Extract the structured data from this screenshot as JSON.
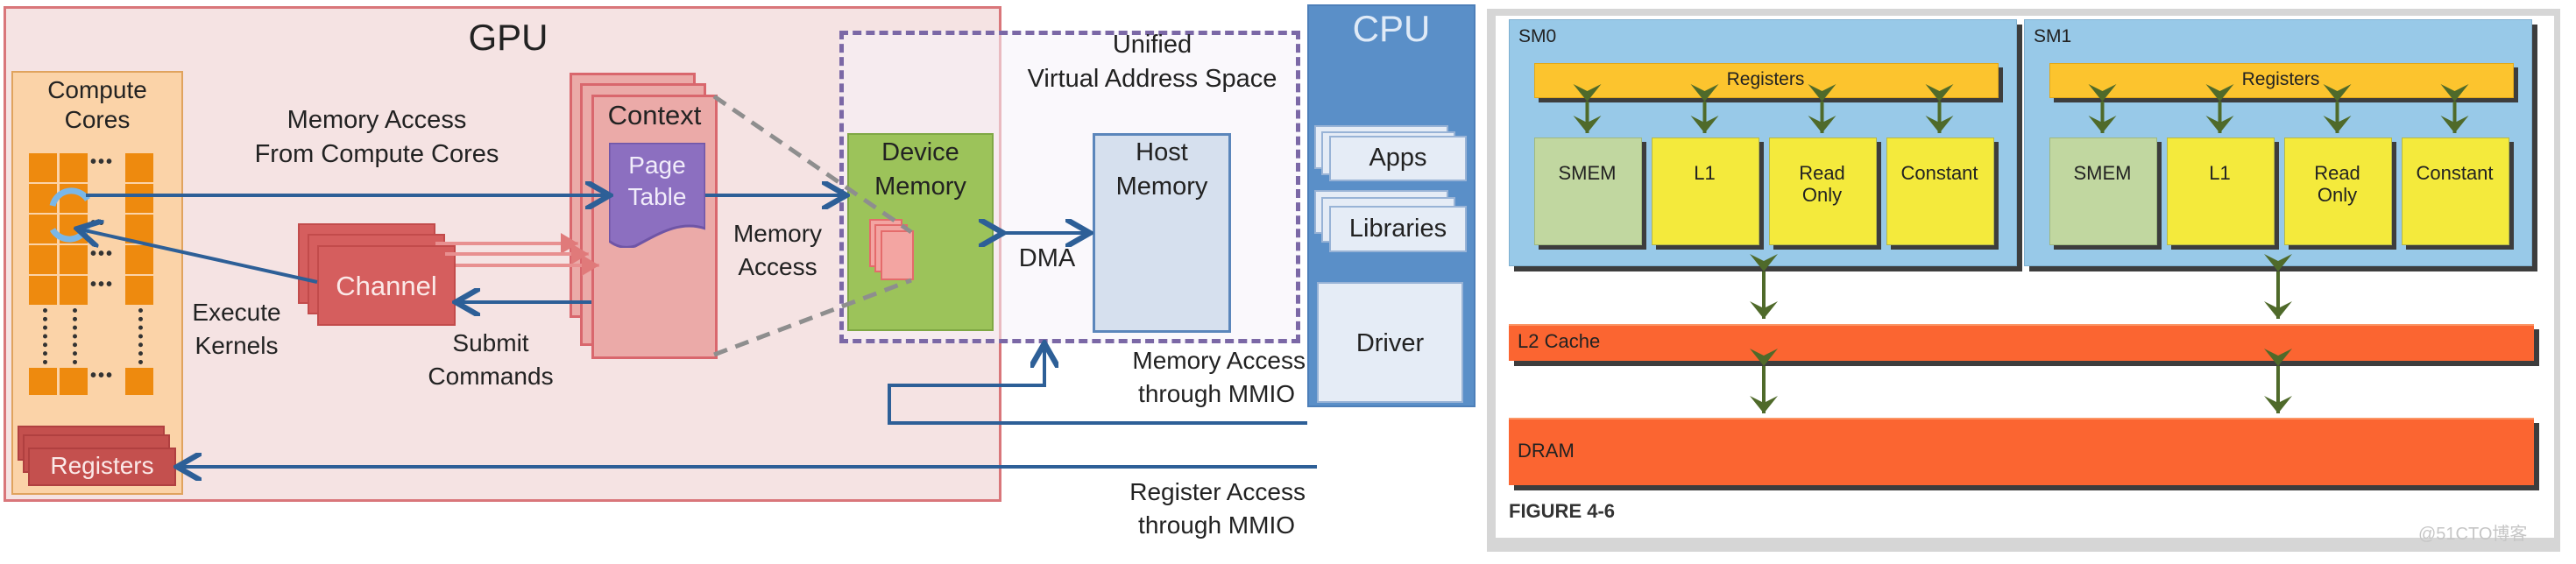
{
  "left_diagram": {
    "gpu_title": "GPU",
    "cpu_title": "CPU",
    "compute_cores_label_line1": "Compute",
    "compute_cores_label_line2": "Cores",
    "memory_access_from_cores_line1": "Memory Access",
    "memory_access_from_cores_line2": "From Compute Cores",
    "context_label": "Context",
    "page_table_line1": "Page",
    "page_table_line2": "Table",
    "channel_label": "Channel",
    "execute_kernels_line1": "Execute",
    "execute_kernels_line2": "Kernels",
    "submit_commands_line1": "Submit",
    "submit_commands_line2": "Commands",
    "memory_access_line1": "Memory",
    "memory_access_line2": "Access",
    "registers_label": "Registers",
    "unified_vas_line1": "Unified",
    "unified_vas_line2": "Virtual Address Space",
    "device_memory_line1": "Device",
    "device_memory_line2": "Memory",
    "host_memory_line1": "Host",
    "host_memory_line2": "Memory",
    "dma_label": "DMA",
    "apps_label": "Apps",
    "libraries_label": "Libraries",
    "driver_label": "Driver",
    "mmio_memory_line1": "Memory Access",
    "mmio_memory_line2": "through MMIO",
    "mmio_register_line1": "Register Access",
    "mmio_register_line2": "through MMIO",
    "colors": {
      "gpu_bg": "#f5e3e3",
      "gpu_border": "#d9767a",
      "cpu": "#5a8fc8",
      "arrow_blue": "#2d5f97",
      "device_memory": "#9cc35a",
      "page_table": "#8c6fc0",
      "channel": "#d55e5e"
    }
  },
  "right_diagram": {
    "sms": [
      {
        "name": "SM0",
        "registers": "Registers",
        "units": [
          "SMEM",
          "L1",
          "Read Only",
          "Constant"
        ]
      },
      {
        "name": "SM1",
        "registers": "Registers",
        "units": [
          "SMEM",
          "L1",
          "Read Only",
          "Constant"
        ]
      }
    ],
    "l2_label": "L2 Cache",
    "dram_label": "DRAM",
    "figure_caption": "FIGURE 4-6",
    "watermark": "@51CTO博客",
    "colors": {
      "sm_bg": "#98c9e8",
      "registers": "#fcc42e",
      "smem": "#c1d7a0",
      "cache_units": "#f4ea3c",
      "l2_dram": "#fb6531",
      "arrows": "#4f6a2a"
    }
  }
}
